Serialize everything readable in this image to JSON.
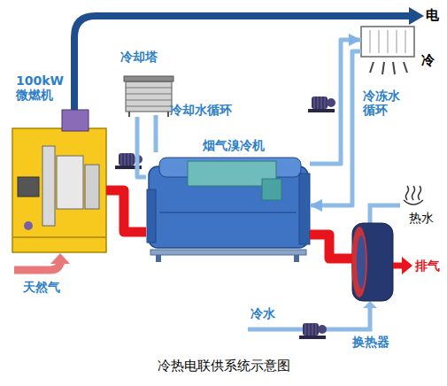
{
  "diagram": {
    "caption": "冷热电联供系统示意图",
    "nodes": [
      {
        "text": [
          "100kW 微燃机"
        ]
      },
      {
        "text": [
          "冷却塔"
        ]
      },
      {
        "text": [
          "烟气溴冷机"
        ]
      },
      {
        "text": [
          "冷"
        ]
      },
      {
        "text": [
          "换热器"
        ]
      }
    ],
    "edges": [
      {
        "from": 0,
        "to": 2,
        "arrow": "none"
      },
      {
        "from": 1,
        "to": 2,
        "label": "冷却水循环",
        "arrow": "none"
      },
      {
        "from": 2,
        "to": 3,
        "label": "冷冻水循环",
        "arrow": "to"
      },
      {
        "from": 3,
        "to": 2,
        "arrow": "to"
      },
      {
        "from": 2,
        "to": 4,
        "arrow": "none"
      }
    ],
    "labels": [
      "电",
      "热水",
      "排气",
      "天然气",
      "冷水"
    ]
  }
}
